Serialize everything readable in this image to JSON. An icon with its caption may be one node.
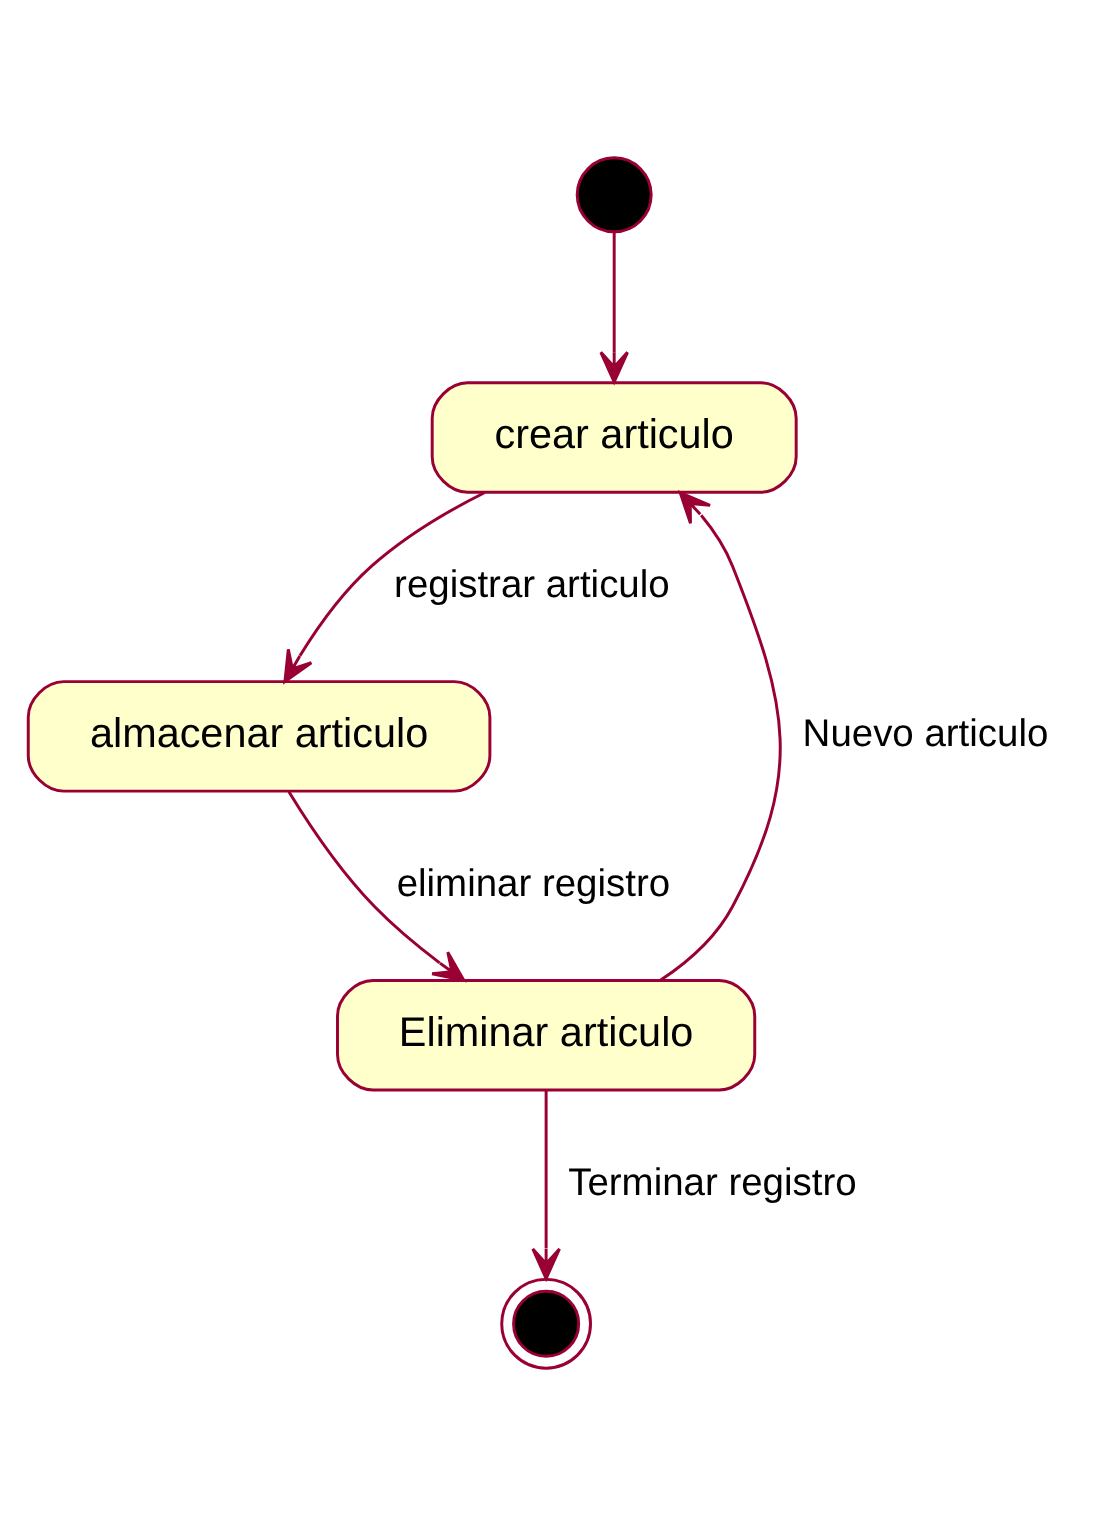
{
  "diagram": {
    "nodes": [
      {
        "text": [],
        "shape": "circle"
      },
      {
        "text": [
          "crear articulo"
        ]
      },
      {
        "text": [
          "almacenar articulo"
        ]
      },
      {
        "text": [
          "Eliminar articulo"
        ]
      },
      {
        "text": [],
        "shape": "circle"
      }
    ],
    "edges": [
      {
        "from": 0,
        "to": 1,
        "arrow": "to"
      },
      {
        "from": 1,
        "to": 2,
        "arrow": "to",
        "label": "registrar articulo"
      },
      {
        "from": 2,
        "to": 3,
        "arrow": "to",
        "label": "eliminar registro"
      },
      {
        "from": 3,
        "to": 1,
        "arrow": "to",
        "label": "Nuevo articulo"
      },
      {
        "from": 3,
        "to": 4,
        "arrow": "to",
        "label": "Terminar registro"
      }
    ]
  }
}
